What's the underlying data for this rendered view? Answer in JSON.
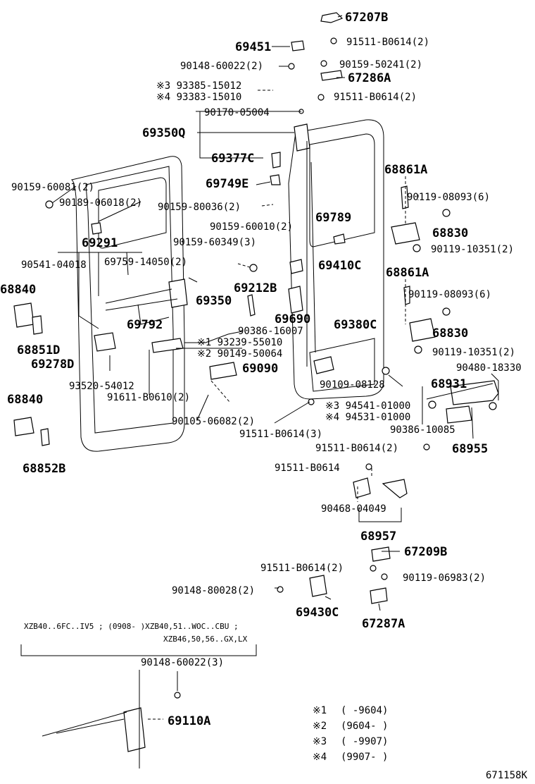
{
  "labels": {
    "p67207B": "67207B",
    "p91511_B0614_2a": "91511-B0614(2)",
    "p69451": "69451",
    "p90148_60022_2": "90148-60022(2)",
    "p90159_50241_2": "90159-50241(2)",
    "p67286A": "67286A",
    "p93385": "※3 93385-15012",
    "p93383": "※4 93383-15010",
    "p91511_B0614_2b": "91511-B0614(2)",
    "p90170": "90170-05004",
    "p69350Q": "69350Q",
    "p69377C": "69377C",
    "p68861A_1": "68861A",
    "p90159_60081": "90159-60081(2)",
    "p69749E": "69749E",
    "p90119_08093_6a": "90119-08093(6)",
    "p90189": "90189-06018(2)",
    "p90159_80036": "90159-80036(2)",
    "p69789": "69789",
    "p68830_1": "68830",
    "p90159_60010": "90159-60010(2)",
    "p69291": "69291",
    "p90159_60349": "90159-60349(3)",
    "p90119_10351_2a": "90119-10351(2)",
    "p90541": "90541-04018",
    "p69759": "69759-14050(2)",
    "p69410C": "69410C",
    "p68861A_2": "68861A",
    "p68840_1": "68840",
    "p69212B": "69212B",
    "p90119_08093_6b": "90119-08093(6)",
    "p69350": "69350",
    "p69690": "69690",
    "p69380C": "69380C",
    "p69792": "69792",
    "p90386_16007": "90386-16007",
    "p68830_2": "68830",
    "p93239": "※1 93239-55010",
    "p68851D": "68851D",
    "p90149": "※2 90149-50064",
    "p90119_10351_2b": "90119-10351(2)",
    "p69278D": "69278D",
    "p69090": "69090",
    "p90480": "90480-18330",
    "p93520": "93520-54012",
    "p90109": "90109-08128",
    "p68931": "68931",
    "p91611": "91611-B0610(2)",
    "p68840_2": "68840",
    "p94541": "※3 94541-01000",
    "p94531": "※4 94531-01000",
    "p90105": "90105-06082(2)",
    "p90386_10085": "90386-10085",
    "p91511_B0614_3": "91511-B0614(3)",
    "p91511_B0614_2c": "91511-B0614(2)",
    "p68955": "68955",
    "p68852B": "68852B",
    "p91511_B0614": "91511-B0614",
    "p90468": "90468-04049",
    "p68957": "68957",
    "p67209B": "67209B",
    "p91511_B0614_2d": "91511-B0614(2)",
    "p90119_06983": "90119-06983(2)",
    "p90148_80028": "90148-80028(2)",
    "p69430C": "69430C",
    "p67287A": "67287A",
    "p90148_60022_3": "90148-60022(3)",
    "p69110A": "69110A",
    "ref_code": "671158K"
  },
  "inset": {
    "caption_line1": "XZB40..6FC..IV5 ; (0908-      )XZB40,51..WOC..CBU ;",
    "caption_line2": "XZB46,50,56..GX,LX"
  },
  "legend": [
    {
      "mark": "※1",
      "range": "(      -9604)"
    },
    {
      "mark": "※2",
      "range": "(9604-      )"
    },
    {
      "mark": "※3",
      "range": "(      -9907)"
    },
    {
      "mark": "※4",
      "range": "(9907-      )"
    }
  ]
}
